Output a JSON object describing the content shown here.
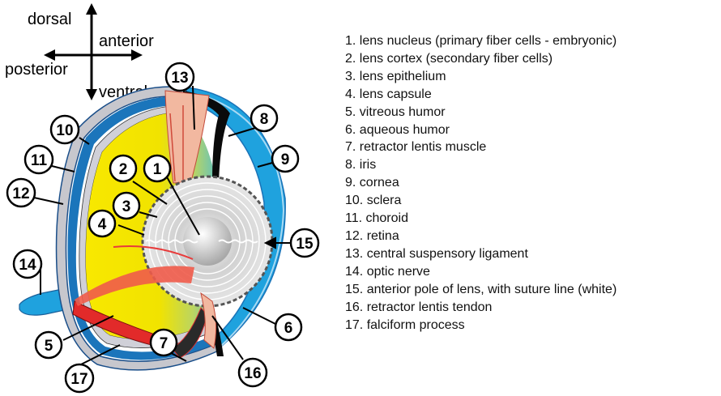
{
  "orientation": {
    "dorsal": "dorsal",
    "anterior": "anterior",
    "posterior": "posterior",
    "ventral": "ventral"
  },
  "callouts": [
    "1",
    "2",
    "3",
    "4",
    "5",
    "6",
    "7",
    "8",
    "9",
    "10",
    "11",
    "12",
    "13",
    "14",
    "15",
    "16",
    "17"
  ],
  "legend": [
    "1. lens nucleus (primary fiber cells - embryonic)",
    "2. lens cortex (secondary fiber cells)",
    "3. lens epithelium",
    "4. lens capsule",
    "5. vitreous humor",
    "6. aqueous humor",
    "7. retractor lentis muscle",
    "8. iris",
    "9. cornea",
    "10. sclera",
    "11. choroid",
    "12. retina",
    "13. central suspensory ligament",
    "14. optic nerve",
    "15. anterior pole of lens, with suture line (white)",
    "16. retractor lentis tendon",
    "17. falciform process"
  ],
  "colors": {
    "cornea": "#1fa2de",
    "vitreous_yellow": "#f6e600",
    "vitreous_green": "#7fc8a0",
    "choroid": "#1b75bb",
    "sclera": "#c9c9cf",
    "muscle": "#e83b3b",
    "ligament": "#f2b8a0",
    "lens": "#d8d8d8"
  }
}
